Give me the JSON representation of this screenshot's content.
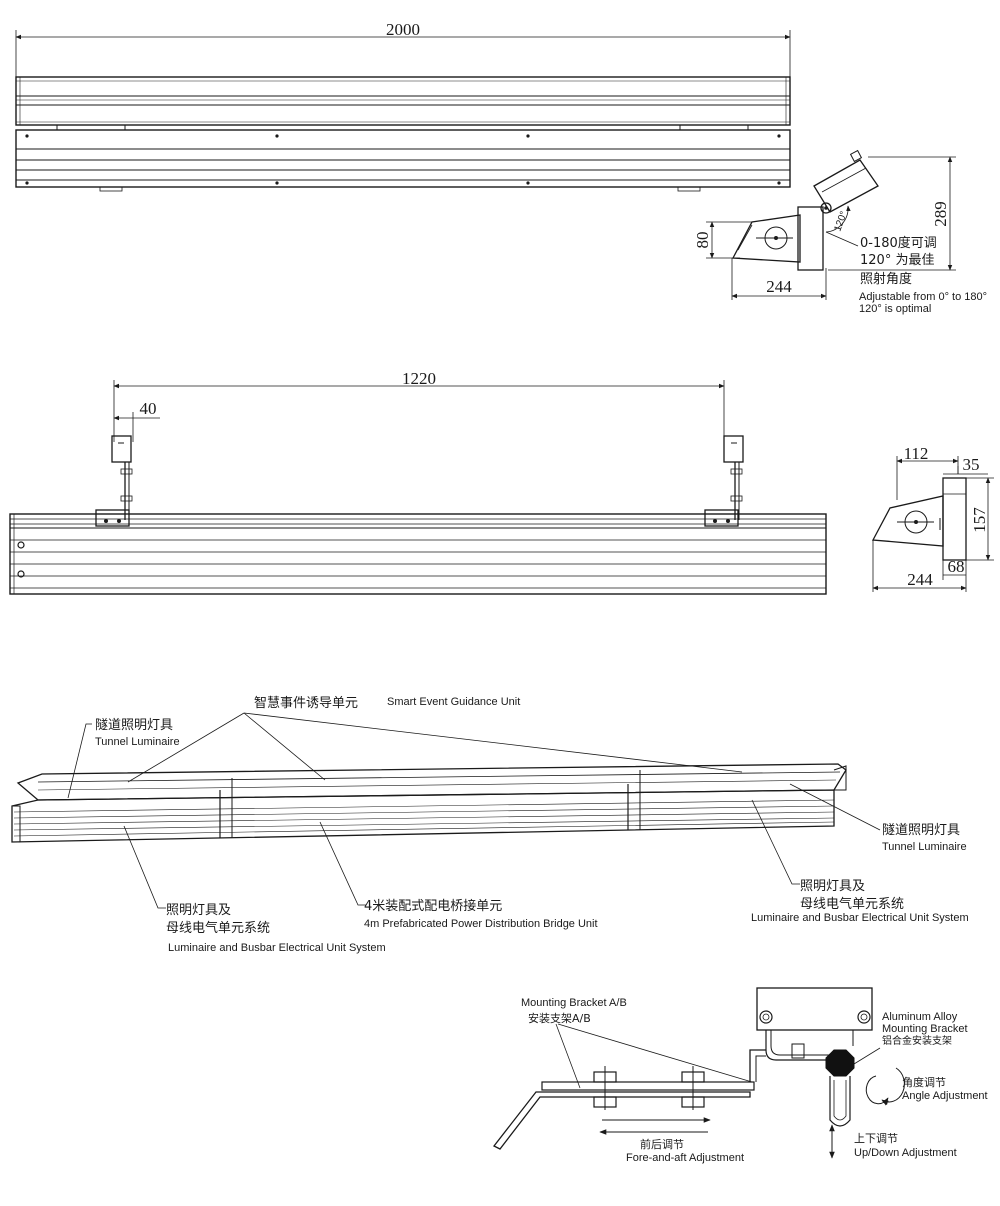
{
  "dimensions": {
    "overall_length": "2000",
    "profile_height": "80",
    "bracket_reach": "244",
    "profile_total_height": "289",
    "bracket_spacing": "1220",
    "bracket_offset": "40",
    "side_top_width": "112",
    "side_top_offset": "35",
    "side_height": "157",
    "side_bottom_width": "244",
    "side_bottom_offset": "68",
    "angle_label": "120°"
  },
  "angle_note": {
    "cn_line1": "0-180度可调",
    "cn_line2": "120° 为最佳",
    "cn_line3": "照射角度",
    "en_line1": "Adjustable from 0° to 180°",
    "en_line2": "120° is optimal"
  },
  "system_labels": {
    "smart_unit_cn": "智慧事件诱导单元",
    "smart_unit_en": "Smart Event Guidance Unit",
    "tunnel_left_cn": "隧道照明灯具",
    "tunnel_left_en": "Tunnel Luminaire",
    "tunnel_right_cn": "隧道照明灯具",
    "tunnel_right_en": "Tunnel Luminaire",
    "busbar_left_cn1": "照明灯具及",
    "busbar_left_cn2": "母线电气单元系统",
    "busbar_left_en": "Luminaire and Busbar Electrical Unit System",
    "bridge_cn": "4米装配式配电桥接单元",
    "bridge_en": "4m Prefabricated Power Distribution Bridge Unit",
    "busbar_right_cn1": "照明灯具及",
    "busbar_right_cn2": "母线电气单元系统",
    "busbar_right_en": "Luminaire and Busbar Electrical Unit System"
  },
  "bracket_labels": {
    "mount_ab_en": "Mounting Bracket A/B",
    "mount_ab_cn": "安装支架A/B",
    "alu_en1": "Aluminum Alloy",
    "alu_en2": "Mounting Bracket",
    "alu_cn": "铝合金安装支架",
    "angle_adj_cn": "角度调节",
    "angle_adj_en": "Angle Adjustment",
    "fore_aft_cn": "前后调节",
    "fore_aft_en": "Fore-and-aft Adjustment",
    "updown_cn": "上下调节",
    "updown_en": "Up/Down Adjustment"
  }
}
